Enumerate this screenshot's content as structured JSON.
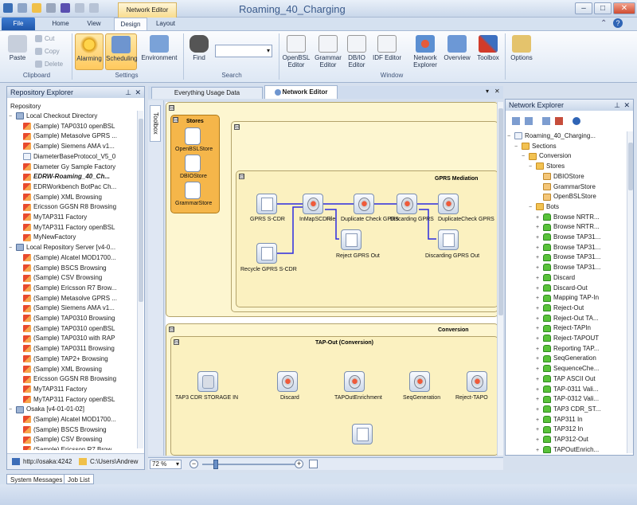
{
  "window": {
    "title": "Roaming_40_Charging",
    "context_tab": "Network Editor",
    "help_label": "?"
  },
  "ribbon": {
    "tabs": [
      "File",
      "Home",
      "View",
      "Design",
      "Layout"
    ],
    "clipboard": {
      "label": "Clipboard",
      "paste": "Paste",
      "cut": "Cut",
      "copy": "Copy",
      "delete": "Delete"
    },
    "settings": {
      "label": "Settings",
      "alarming": "Alarming",
      "scheduling": "Scheduling",
      "environment": "Environment"
    },
    "search": {
      "label": "Search",
      "find": "Find"
    },
    "window_group": {
      "label": "Window",
      "buttons": [
        "OpenBSL Editor",
        "Grammar Editor",
        "DB/IO Editor",
        "IDF Editor",
        "Network Explorer",
        "Overview",
        "Toolbox",
        "Options"
      ]
    }
  },
  "repo_explorer": {
    "title": "Repository Explorer",
    "root": "Repository",
    "items": [
      {
        "label": "Local Checkout Directory",
        "icon": "server-icon",
        "level": 0,
        "exp": "−"
      },
      {
        "label": "(Sample) TAP0310 openBSL",
        "icon": "bsl-icon",
        "level": 1
      },
      {
        "label": "(Sample) Metasolve GPRS ...",
        "icon": "bsl-icon",
        "level": 1
      },
      {
        "label": "(Sample) Siemens AMA v1...",
        "icon": "bsl-icon",
        "level": 1
      },
      {
        "label": "DiameterBaseProtocol_V5_0",
        "icon": "doc-icon",
        "level": 1
      },
      {
        "label": "Diameter Gy Sample Factory",
        "icon": "bsl-icon",
        "level": 1
      },
      {
        "label": "EDRW-Roaming_40_Ch...",
        "icon": "bsl-icon",
        "level": 1,
        "bold": true
      },
      {
        "label": "EDRWorkbench BotPac Ch...",
        "icon": "bsl-icon",
        "level": 1
      },
      {
        "label": "(Sample) XML Browsing",
        "icon": "bsl-icon",
        "level": 1
      },
      {
        "label": "Ericsson GGSN R8 Browsing",
        "icon": "bsl-icon",
        "level": 1
      },
      {
        "label": "MyTAP311 Factory",
        "icon": "bsl-icon",
        "level": 1
      },
      {
        "label": "MyTAP311 Factory openBSL",
        "icon": "bsl-icon",
        "level": 1
      },
      {
        "label": "MyNewFactory",
        "icon": "bsl-icon",
        "level": 1
      },
      {
        "label": "Local Repository Server [v4-0...",
        "icon": "server-icon",
        "level": 0,
        "exp": "−"
      },
      {
        "label": "(Sample) Alcatel MOD1700...",
        "icon": "bsl-icon",
        "level": 1
      },
      {
        "label": "(Sample) BSCS Browsing",
        "icon": "bsl-icon",
        "level": 1
      },
      {
        "label": "(Sample) CSV Browsing",
        "icon": "bsl-icon",
        "level": 1
      },
      {
        "label": "(Sample) Ericsson R7 Brow...",
        "icon": "bsl-icon",
        "level": 1
      },
      {
        "label": "(Sample) Metasolve GPRS ...",
        "icon": "bsl-icon",
        "level": 1
      },
      {
        "label": "(Sample) Siemens AMA v1...",
        "icon": "bsl-icon",
        "level": 1
      },
      {
        "label": "(Sample) TAP0310 Browsing",
        "icon": "bsl-icon",
        "level": 1
      },
      {
        "label": "(Sample) TAP0310 openBSL",
        "icon": "bsl-icon",
        "level": 1
      },
      {
        "label": "(Sample) TAP0310 with RAP",
        "icon": "bsl-icon",
        "level": 1
      },
      {
        "label": "(Sample) TAP0311 Browsing",
        "icon": "bsl-icon",
        "level": 1
      },
      {
        "label": "(Sample) TAP2+ Browsing",
        "icon": "bsl-icon",
        "level": 1
      },
      {
        "label": "(Sample) XML Browsing",
        "icon": "bsl-icon",
        "level": 1
      },
      {
        "label": "Ericsson GGSN R8 Browsing",
        "icon": "bsl-icon",
        "level": 1
      },
      {
        "label": "MyTAP311 Factory",
        "icon": "bsl-icon",
        "level": 1
      },
      {
        "label": "MyTAP311 Factory openBSL",
        "icon": "bsl-icon",
        "level": 1
      },
      {
        "label": "Osaka [v4-01-01-02]",
        "icon": "server-icon",
        "level": 0,
        "exp": "−"
      },
      {
        "label": "(Sample) Alcatel MOD1700...",
        "icon": "bsl-icon",
        "level": 1
      },
      {
        "label": "(Sample) BSCS Browsing",
        "icon": "bsl-icon",
        "level": 1
      },
      {
        "label": "(Sample) CSV Browsing",
        "icon": "bsl-icon",
        "level": 1
      },
      {
        "label": "(Sample) Ericsson R7 Brow...",
        "icon": "bsl-icon",
        "level": 1
      }
    ],
    "footer_url": "http://osaka:4242",
    "footer_path": "C:\\Users\\Andrew"
  },
  "doc_tabs": {
    "tab1": "Everything Usage Data",
    "tab2": "Network Editor",
    "toolbox": "Toolbox"
  },
  "canvas": {
    "stores": {
      "title": "Stores",
      "items": [
        "OpenBSLStore",
        "DBIOStore",
        "GrammarStore"
      ]
    },
    "gprs": {
      "title": "GPRS Mediation",
      "nodes": [
        "GPRS S-CDR",
        "InMapSCDR",
        "File",
        "Duplicate Check GPRS",
        "Discarding GPRS",
        "DuplicateCheck GPRS",
        "Reject GPRS Out",
        "Discarding GPRS Out",
        "Recycle GPRS S-CDR"
      ]
    },
    "conversion": {
      "title": "Conversion",
      "tapout_title": "TAP-Out (Conversion)",
      "nodes": [
        "TAP3 CDR STORAGE IN",
        "Discard",
        "TAPOutEnrichment",
        "SeqGeneration",
        "Reject-TAPO"
      ]
    },
    "collapse_symbol": "⊟"
  },
  "zoom": {
    "level": "72 %"
  },
  "network_explorer": {
    "title": "Network Explorer",
    "items": [
      {
        "label": "Roaming_40_Charging...",
        "icon": "doc-icon",
        "level": 0,
        "exp": "−"
      },
      {
        "label": "Sections",
        "icon": "folder-icon",
        "level": 1,
        "exp": "−"
      },
      {
        "label": "Conversion",
        "icon": "folder-icon",
        "level": 2,
        "exp": "−"
      },
      {
        "label": "Stores",
        "icon": "folder-icon",
        "level": 3,
        "exp": "−"
      },
      {
        "label": "DBIOStore",
        "icon": "store-icon",
        "level": 4
      },
      {
        "label": "GrammarStore",
        "icon": "store-icon",
        "level": 4
      },
      {
        "label": "OpenBSLStore",
        "icon": "store-icon",
        "level": 4
      },
      {
        "label": "Bots",
        "icon": "folder-icon",
        "level": 3,
        "exp": "−"
      },
      {
        "label": "Browse NRTR...",
        "icon": "bot-icon",
        "level": 4,
        "exp": "+"
      },
      {
        "label": "Browse NRTR...",
        "icon": "bot-icon",
        "level": 4,
        "exp": "+"
      },
      {
        "label": "Browse TAP31...",
        "icon": "bot-icon",
        "level": 4,
        "exp": "+"
      },
      {
        "label": "Browse TAP31...",
        "icon": "bot-icon",
        "level": 4,
        "exp": "+"
      },
      {
        "label": "Browse TAP31...",
        "icon": "bot-icon",
        "level": 4,
        "exp": "+"
      },
      {
        "label": "Browse TAP31...",
        "icon": "bot-icon",
        "level": 4,
        "exp": "+"
      },
      {
        "label": "Discard",
        "icon": "bot-icon",
        "level": 4,
        "exp": "+"
      },
      {
        "label": "Discard-Out",
        "icon": "bot-icon",
        "level": 4,
        "exp": "+"
      },
      {
        "label": "Mapping TAP-In",
        "icon": "bot-icon",
        "level": 4,
        "exp": "+"
      },
      {
        "label": "Reject-Out",
        "icon": "bot-icon",
        "level": 4,
        "exp": "+"
      },
      {
        "label": "Reject-Out TA...",
        "icon": "bot-icon",
        "level": 4,
        "exp": "+"
      },
      {
        "label": "Reject-TAPIn",
        "icon": "bot-icon",
        "level": 4,
        "exp": "+"
      },
      {
        "label": "Reject-TAPOUT",
        "icon": "bot-icon",
        "level": 4,
        "exp": "+"
      },
      {
        "label": "Reporting TAP...",
        "icon": "bot-icon",
        "level": 4,
        "exp": "+"
      },
      {
        "label": "SeqGeneration",
        "icon": "bot-icon",
        "level": 4,
        "exp": "+"
      },
      {
        "label": "SequenceChe...",
        "icon": "bot-icon",
        "level": 4,
        "exp": "+"
      },
      {
        "label": "TAP ASCII Out",
        "icon": "bot-icon",
        "level": 4,
        "exp": "+"
      },
      {
        "label": "TAP-0311 Vali...",
        "icon": "bot-icon",
        "level": 4,
        "exp": "+"
      },
      {
        "label": "TAP-0312 Vali...",
        "icon": "bot-icon",
        "level": 4,
        "exp": "+"
      },
      {
        "label": "TAP3 CDR_ST...",
        "icon": "bot-icon",
        "level": 4,
        "exp": "+"
      },
      {
        "label": "TAP311 In",
        "icon": "bot-icon",
        "level": 4,
        "exp": "+"
      },
      {
        "label": "TAP312 In",
        "icon": "bot-icon",
        "level": 4,
        "exp": "+"
      },
      {
        "label": "TAP312-Out",
        "icon": "bot-icon",
        "level": 4,
        "exp": "+"
      },
      {
        "label": "TAPOutEnrich...",
        "icon": "bot-icon",
        "level": 4,
        "exp": "+"
      }
    ]
  },
  "bottom_tabs": [
    "System Messages",
    "Job List"
  ],
  "panel_controls": {
    "pin": "⊥",
    "close": "✕"
  }
}
